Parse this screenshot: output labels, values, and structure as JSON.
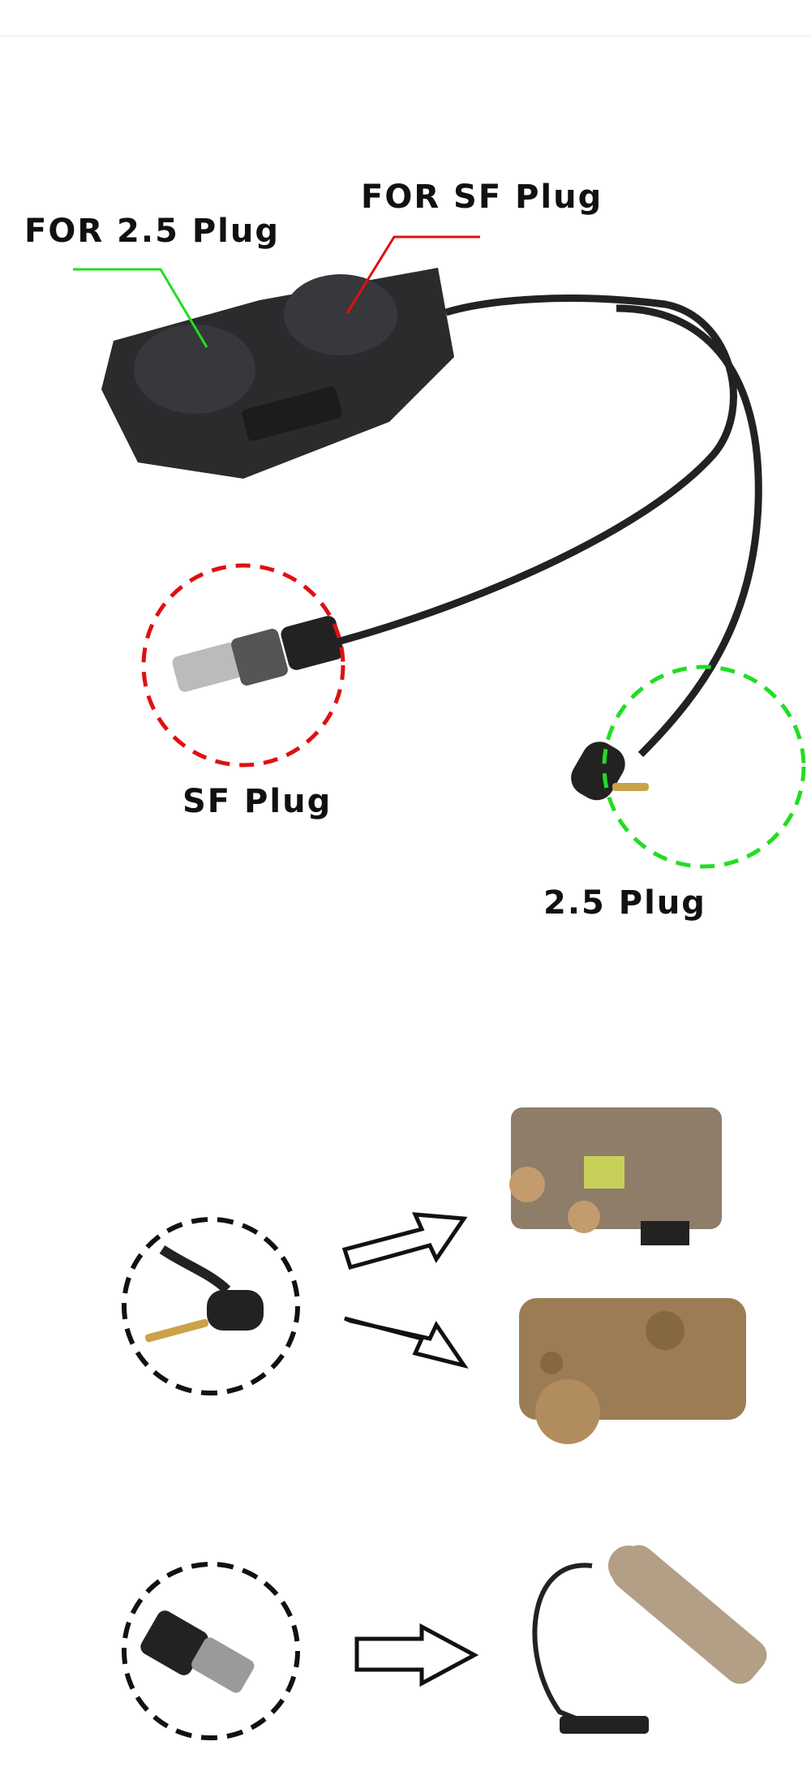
{
  "labels": {
    "for_25": "FOR 2.5 Plug",
    "for_sf": "FOR SF Plug",
    "sf_plug": "SF Plug",
    "plug_25": "2.5 Plug"
  },
  "colors": {
    "green": "#22dd22",
    "red": "#e01010",
    "black": "#111111",
    "tan": "#a88a66"
  }
}
